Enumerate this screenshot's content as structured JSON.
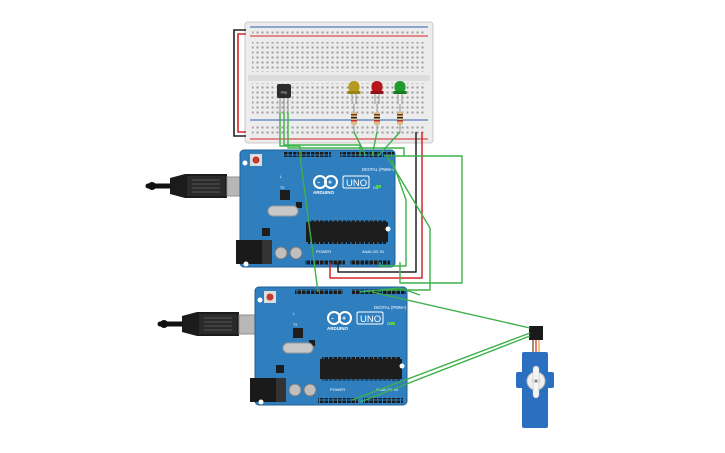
{
  "colors": {
    "board": "#2f7fbf",
    "board_dark": "#1f5f94",
    "breadboard": "#ebebeb",
    "wire_green": "#3cb04a",
    "wire_red": "#d6252a",
    "wire_black": "#222222",
    "led_yellow": "#b59a1f",
    "led_red": "#b8161c",
    "led_green": "#1f9a2c",
    "servo": "#2b6fc0"
  },
  "boards": [
    {
      "brand": "ARDUINO",
      "model": "UNO",
      "digital_label": "DIGITAL (PWM~)",
      "power_label": "POWER",
      "analog_label": "ANALOG IN",
      "on_label": "ON",
      "tx_label": "TX",
      "rx_label": "RX",
      "l_label": "L"
    },
    {
      "brand": "ARDUINO",
      "model": "UNO",
      "digital_label": "DIGITAL (PWM~)",
      "power_label": "POWER",
      "analog_label": "ANALOG IN",
      "on_label": "ON",
      "tx_label": "TX",
      "rx_label": "RX",
      "l_label": "L"
    }
  ],
  "components": {
    "sensor_label": "tmp",
    "leds": [
      "yellow-led",
      "red-led",
      "green-led"
    ],
    "servo": "micro-servo"
  }
}
